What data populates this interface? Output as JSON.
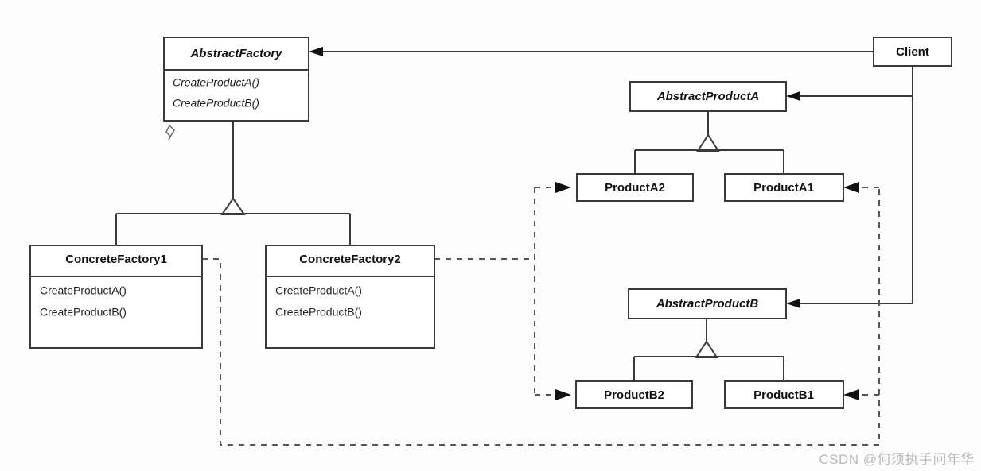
{
  "diagram": {
    "title": "Abstract Factory Pattern UML Class Diagram",
    "type": "uml-class-diagram",
    "background_color": "#fdfdfd",
    "line_color": "#3a3a3a",
    "classes": {
      "abstract_factory": {
        "name": "AbstractFactory",
        "stereotype": "abstract",
        "methods": [
          "CreateProductA()",
          "CreateProductB()"
        ]
      },
      "concrete_factory_1": {
        "name": "ConcreteFactory1",
        "stereotype": "concrete",
        "methods": [
          "CreateProductA()",
          "CreateProductB()"
        ]
      },
      "concrete_factory_2": {
        "name": "ConcreteFactory2",
        "stereotype": "concrete",
        "methods": [
          "CreateProductA()",
          "CreateProductB()"
        ]
      },
      "client": {
        "name": "Client",
        "stereotype": "concrete",
        "methods": []
      },
      "abstract_product_a": {
        "name": "AbstractProductA",
        "stereotype": "abstract",
        "methods": []
      },
      "product_a1": {
        "name": "ProductA1",
        "stereotype": "concrete",
        "methods": []
      },
      "product_a2": {
        "name": "ProductA2",
        "stereotype": "concrete",
        "methods": []
      },
      "abstract_product_b": {
        "name": "AbstractProductB",
        "stereotype": "abstract",
        "methods": []
      },
      "product_b1": {
        "name": "ProductB1",
        "stereotype": "concrete",
        "methods": []
      },
      "product_b2": {
        "name": "ProductB2",
        "stereotype": "concrete",
        "methods": []
      }
    },
    "relationships": [
      {
        "from": "client",
        "to": "abstract_factory",
        "kind": "association",
        "style": "solid-arrow"
      },
      {
        "from": "client",
        "to": "abstract_product_a",
        "kind": "association",
        "style": "solid-arrow"
      },
      {
        "from": "client",
        "to": "abstract_product_b",
        "kind": "association",
        "style": "solid-arrow"
      },
      {
        "from": "concrete_factory_1",
        "to": "abstract_factory",
        "kind": "generalization",
        "style": "hollow-triangle"
      },
      {
        "from": "concrete_factory_2",
        "to": "abstract_factory",
        "kind": "generalization",
        "style": "hollow-triangle"
      },
      {
        "from": "product_a1",
        "to": "abstract_product_a",
        "kind": "generalization",
        "style": "hollow-triangle"
      },
      {
        "from": "product_a2",
        "to": "abstract_product_a",
        "kind": "generalization",
        "style": "hollow-triangle"
      },
      {
        "from": "product_b1",
        "to": "abstract_product_b",
        "kind": "generalization",
        "style": "hollow-triangle"
      },
      {
        "from": "product_b2",
        "to": "abstract_product_b",
        "kind": "generalization",
        "style": "hollow-triangle"
      },
      {
        "from": "concrete_factory_1",
        "to": "product_a1",
        "kind": "dependency",
        "style": "dashed-arrow"
      },
      {
        "from": "concrete_factory_1",
        "to": "product_b1",
        "kind": "dependency",
        "style": "dashed-arrow"
      },
      {
        "from": "concrete_factory_2",
        "to": "product_a2",
        "kind": "dependency",
        "style": "dashed-arrow"
      },
      {
        "from": "concrete_factory_2",
        "to": "product_b2",
        "kind": "dependency",
        "style": "dashed-arrow"
      }
    ]
  },
  "watermark": {
    "text": "CSDN @何须执手问年华"
  }
}
